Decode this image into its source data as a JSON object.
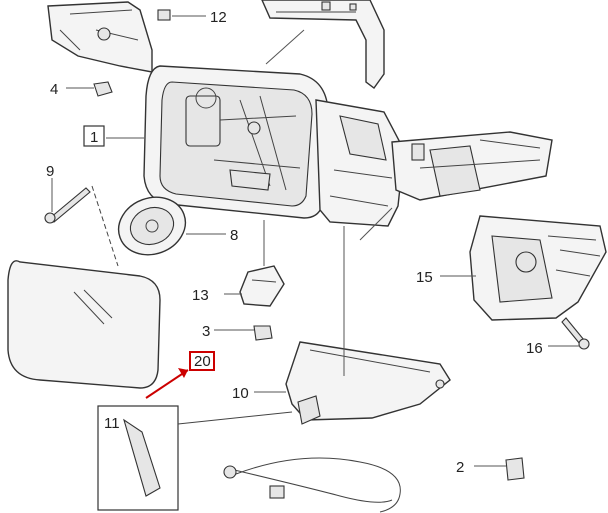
{
  "callouts": {
    "c12": "12",
    "c4": "4",
    "c1": "1",
    "c9": "9",
    "c8": "8",
    "c13": "13",
    "c3": "3",
    "c20": "20",
    "c10": "10",
    "c11": "11",
    "c15": "15",
    "c16": "16",
    "c2": "2"
  },
  "highlight": {
    "callout": "20",
    "color": "#cc0000"
  }
}
